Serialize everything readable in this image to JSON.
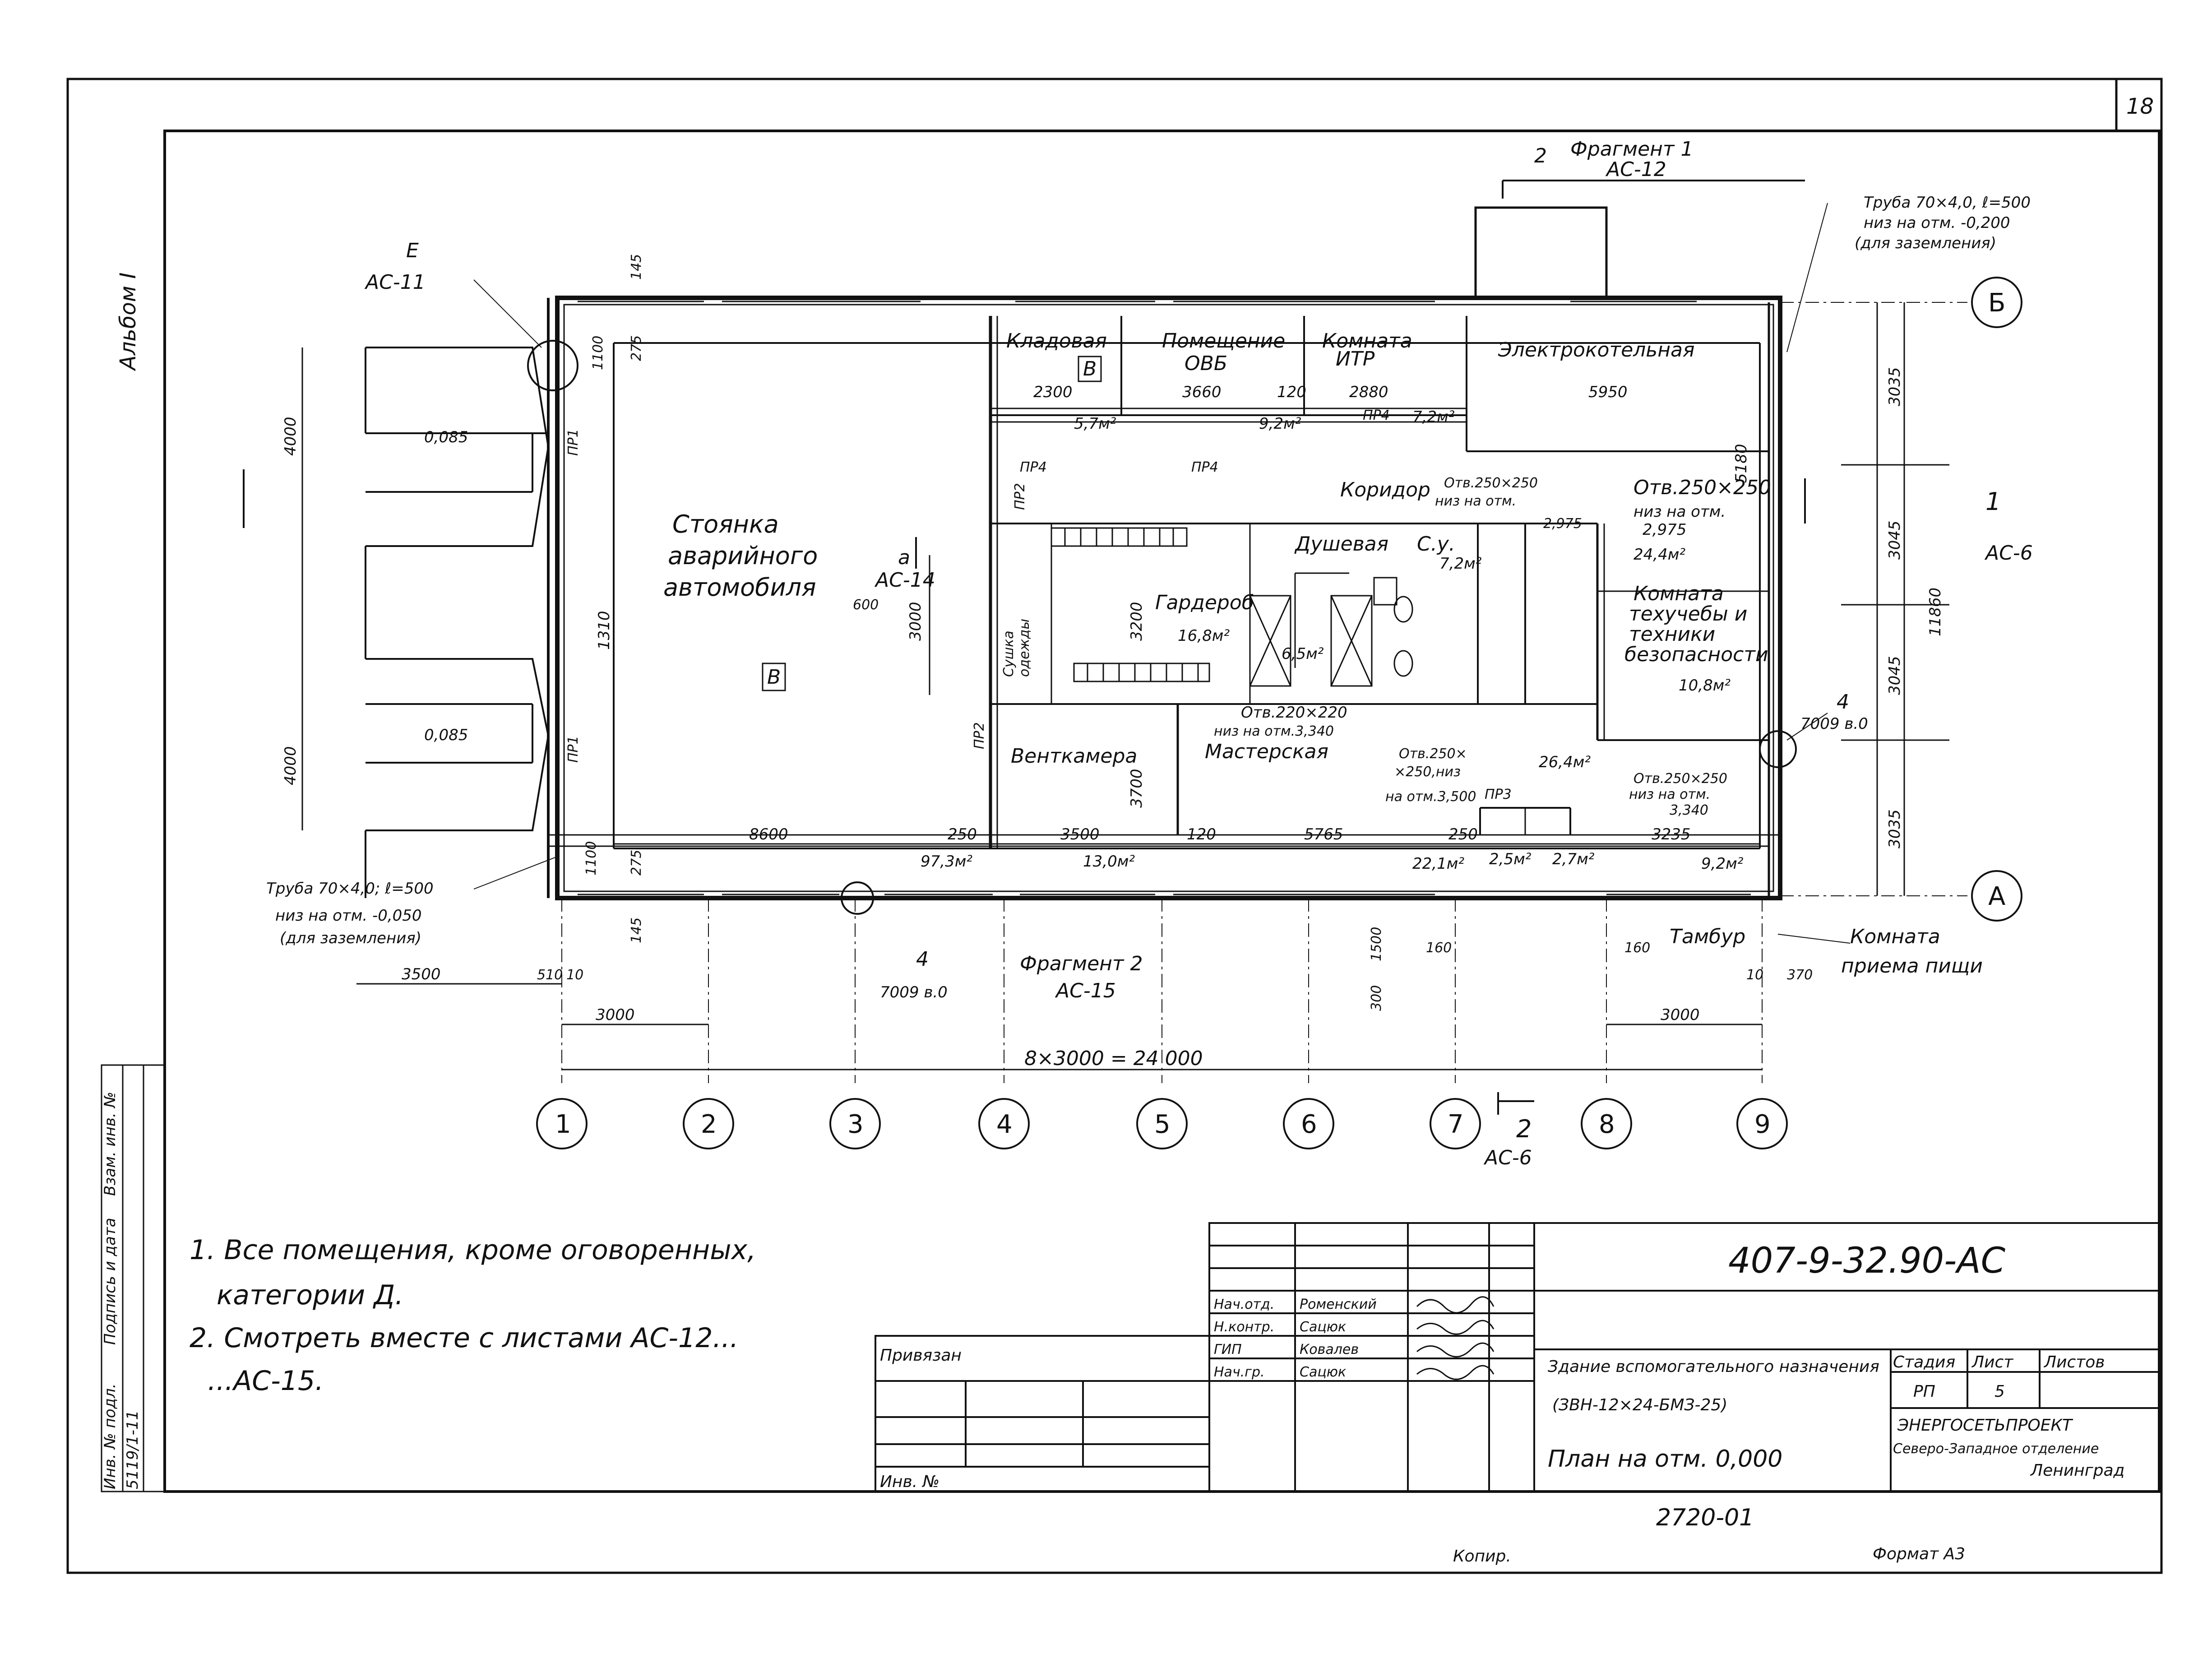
{
  "sheet": {
    "corner_page": "18",
    "album_label": "Альбом I",
    "sheet_code": "407-9-32.90-АС",
    "building_title": "Здание вспомогательного назначения",
    "building_code": "(ЗВН-12×24-БМЗ-25)",
    "plan_title": "План на отм. 0,000",
    "stage_header": "Стадия",
    "sheet_header": "Лист",
    "sheets_header": "Листов",
    "stage_value": "РП",
    "sheet_value": "5",
    "org_name": "ЭНЕРГОСЕТЬПРОЕКТ",
    "org_branch": "Северо-Западное отделение",
    "org_city": "Ленинград",
    "tied_label": "Привязан",
    "inv_label": "Инв. №",
    "doc_number": "2720-01",
    "copied_label": "Копир.",
    "format_label": "Формат А3",
    "signatures": [
      {
        "role": "Нач.отд.",
        "name": "Роменский"
      },
      {
        "role": "Н.контр.",
        "name": "Сацюк"
      },
      {
        "role": "ГИП",
        "name": "Ковалев"
      },
      {
        "role": "Нач.гр.",
        "name": "Сацюк"
      }
    ],
    "side_stamp": [
      "Инв. № подл.",
      "Подпись и дата",
      "Взам. инв. №"
    ],
    "side_stamp_value": "5119/1-11"
  },
  "notes": [
    "1. Все помещения, кроме оговоренных,",
    "категории Д.",
    "2. Смотреть вместе с листами АС-12...",
    "...АС-15."
  ],
  "axes": {
    "columns": [
      "1",
      "2",
      "3",
      "4",
      "5",
      "6",
      "7",
      "8",
      "9"
    ],
    "rows": [
      "Б",
      "А"
    ]
  },
  "rooms": {
    "stoyanka": [
      "Стоянка",
      "аварийного",
      "автомобиля"
    ],
    "stoyanka_cat": "В",
    "kladovaya": "Кладовая",
    "kladovaya_cat": "В",
    "pomeshenie": [
      "Помещение",
      "ОВБ"
    ],
    "komnata_itr": [
      "Комната",
      "ИТР"
    ],
    "elektrokotelnaya": "Электрокотельная",
    "koridor": "Коридор",
    "dushevaya": "Душевая",
    "su": "С.у.",
    "garderob": "Гардероб",
    "sushka": [
      "Сушка",
      "одежды"
    ],
    "komnata_tb": [
      "Комната",
      "техучебы и",
      "техники",
      "безопасности"
    ],
    "ventkamera": "Венткамера",
    "masterskaya": "Мастерская",
    "tambur": "Тамбур",
    "komnata_pishi": [
      "Комната",
      "приема пищи"
    ]
  },
  "areas": [
    "5,7м²",
    "9,2м²",
    "7,2м²",
    "16,8м²",
    "6,5м²",
    "7,2м²",
    "24,4м²",
    "10,8м²",
    "26,4м²",
    "97,3м²",
    "13,0м²",
    "22,1м²",
    "2,5м²",
    "2,7м²",
    "9,2м²"
  ],
  "annotations": {
    "fragment1": "Фрагмент 1",
    "fragment1_sheet": "АС-12",
    "fragment1_num": "2",
    "fragment2": "Фрагмент 2",
    "fragment2_sheet": "АС-15",
    "pipe_top": [
      "Труба 70×4,0, ℓ=500",
      "низ на отм. -0,200",
      "(для заземления)"
    ],
    "pipe_bottom": [
      "Труба 70×4,0; ℓ=500",
      "низ на отм. -0,050",
      "(для заземления)"
    ],
    "node_e": "Е",
    "node_e_sheet": "АС-11",
    "node_a": "а",
    "node_a_sheet": "АС-14",
    "section1": "1",
    "section1_sheet": "АС-6",
    "section2": "2",
    "section2_sheet": "АС-6",
    "node4_right": [
      "4",
      "7009 в.0"
    ],
    "node4_bottom": [
      "4",
      "7009 в.0"
    ],
    "otv1": [
      "Отв.250×250",
      "низ на отм.",
      "2,975"
    ],
    "otv2": [
      "Отв.250×250",
      "низ на отм.",
      "2,975"
    ],
    "otv3": [
      "Отв.220×220",
      "низ на отм.3,340"
    ],
    "otv4": [
      "Отв.250×",
      "×250,низ",
      "на отм.3,500"
    ],
    "otv5": [
      "Отв.250×250",
      "низ на отм.",
      "3,340"
    ],
    "elev1": "0,085",
    "elev2": "0,085",
    "pr_labels": [
      "ПР1",
      "ПР1",
      "ПР2",
      "ПР2",
      "ПР3",
      "ПР4",
      "ПР4",
      "ПР4"
    ]
  },
  "dimensions": {
    "total": "8×3000 = 24 000",
    "bottom_left": "3000",
    "bottom_right": "3000",
    "left_3500": "3500",
    "row_bottom": [
      "8600",
      "250",
      "3500",
      "120",
      "5765",
      "250",
      "3235"
    ],
    "row_top": [
      "2300",
      "3660",
      "120",
      "2880",
      "5950"
    ],
    "right_side": [
      "3035",
      "3045",
      "3045",
      "3035"
    ],
    "overall_height": "11860",
    "left_height": [
      "4000",
      "4000"
    ],
    "room_heights": [
      "1310",
      "5180",
      "3000",
      "3200",
      "3700"
    ],
    "misc": [
      "1100",
      "275",
      "145",
      "1100",
      "275",
      "145",
      "510",
      "10",
      "160",
      "160",
      "10",
      "370",
      "1500",
      "300",
      "600"
    ]
  }
}
